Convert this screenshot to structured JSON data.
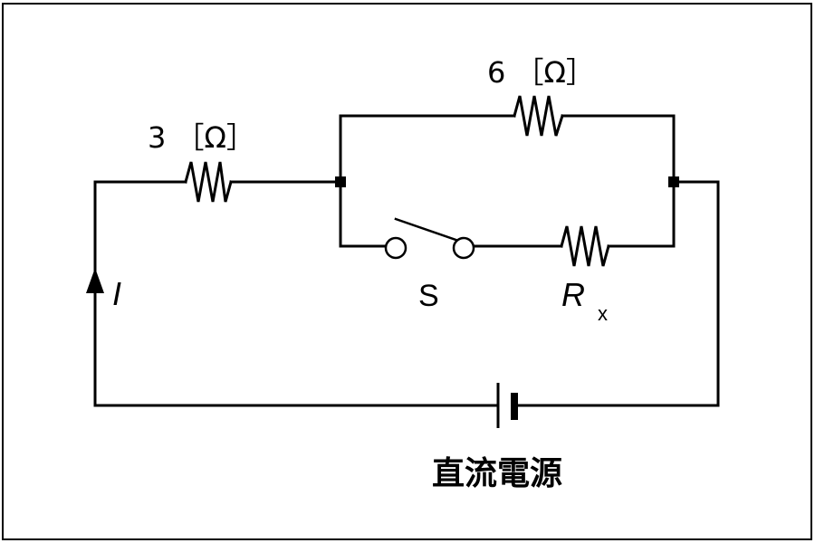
{
  "labels": {
    "r1": "3 ［Ω］",
    "r2": "6 ［Ω］",
    "switch": "S",
    "rx_main": "R",
    "rx_sub": "x",
    "current": "I",
    "source": "直流電源"
  }
}
